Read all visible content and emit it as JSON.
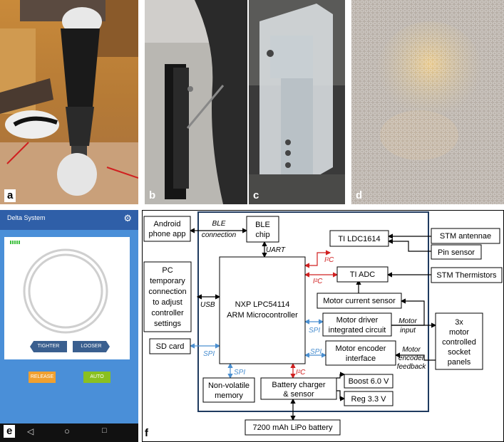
{
  "panels": {
    "a": {
      "label": "a"
    },
    "b": {
      "label": "b"
    },
    "c": {
      "label": "c"
    },
    "d": {
      "label": "d"
    },
    "e": {
      "label": "e"
    },
    "f": {
      "label": "f"
    }
  },
  "app": {
    "title": "Delta System",
    "tighter_label": "TIGHTER",
    "looser_label": "LOOSER",
    "release_label": "RELEASE",
    "auto_label": "AUTO",
    "nav_back": "◁",
    "nav_home": "○",
    "nav_recent": "□"
  },
  "diagram": {
    "android": [
      "Android",
      "phone app"
    ],
    "ble_conn": [
      "BLE",
      "connection"
    ],
    "ble_chip": [
      "BLE",
      "chip"
    ],
    "uart": "UART",
    "pc": [
      "PC",
      "temporary",
      "connection",
      "to adjust",
      "controller",
      "settings"
    ],
    "usb": "USB",
    "mcu": [
      "NXP LPC54114",
      "ARM Microcontroller"
    ],
    "sd": "SD card",
    "spi": "SPI",
    "ldc": "TI LDC1614",
    "adc": "TI ADC",
    "i2c": "I²C",
    "stm_antennae": "STM antennae",
    "pin_sensor": "Pin sensor",
    "stm_therm": "STM Thermistors",
    "motor_current": "Motor current sensor",
    "motor_driver": [
      "Motor driver",
      "integrated circuit"
    ],
    "motor_input": [
      "Motor",
      "input"
    ],
    "panels3x": [
      "3x",
      "motor",
      "controlled",
      "socket",
      "panels"
    ],
    "encoder": [
      "Motor encoder",
      "interface"
    ],
    "encoder_fb": [
      "Motor",
      "encoder",
      "feedback"
    ],
    "nvm": [
      "Non-volatile",
      "memory"
    ],
    "charger": [
      "Battery charger",
      "& sensor"
    ],
    "boost": "Boost 6.0 V",
    "reg": "Reg 3.3 V",
    "battery": "7200 mAh LiPo battery"
  },
  "colors": {
    "frame": "#1f3a5f",
    "i2c": "#d02020",
    "spi": "#4a8fd0",
    "app_blue": "#4a8fd8",
    "app_header": "#2f5fa8",
    "app_button": "#3a5f8f",
    "release": "#f0a030",
    "auto": "#8ac020"
  }
}
